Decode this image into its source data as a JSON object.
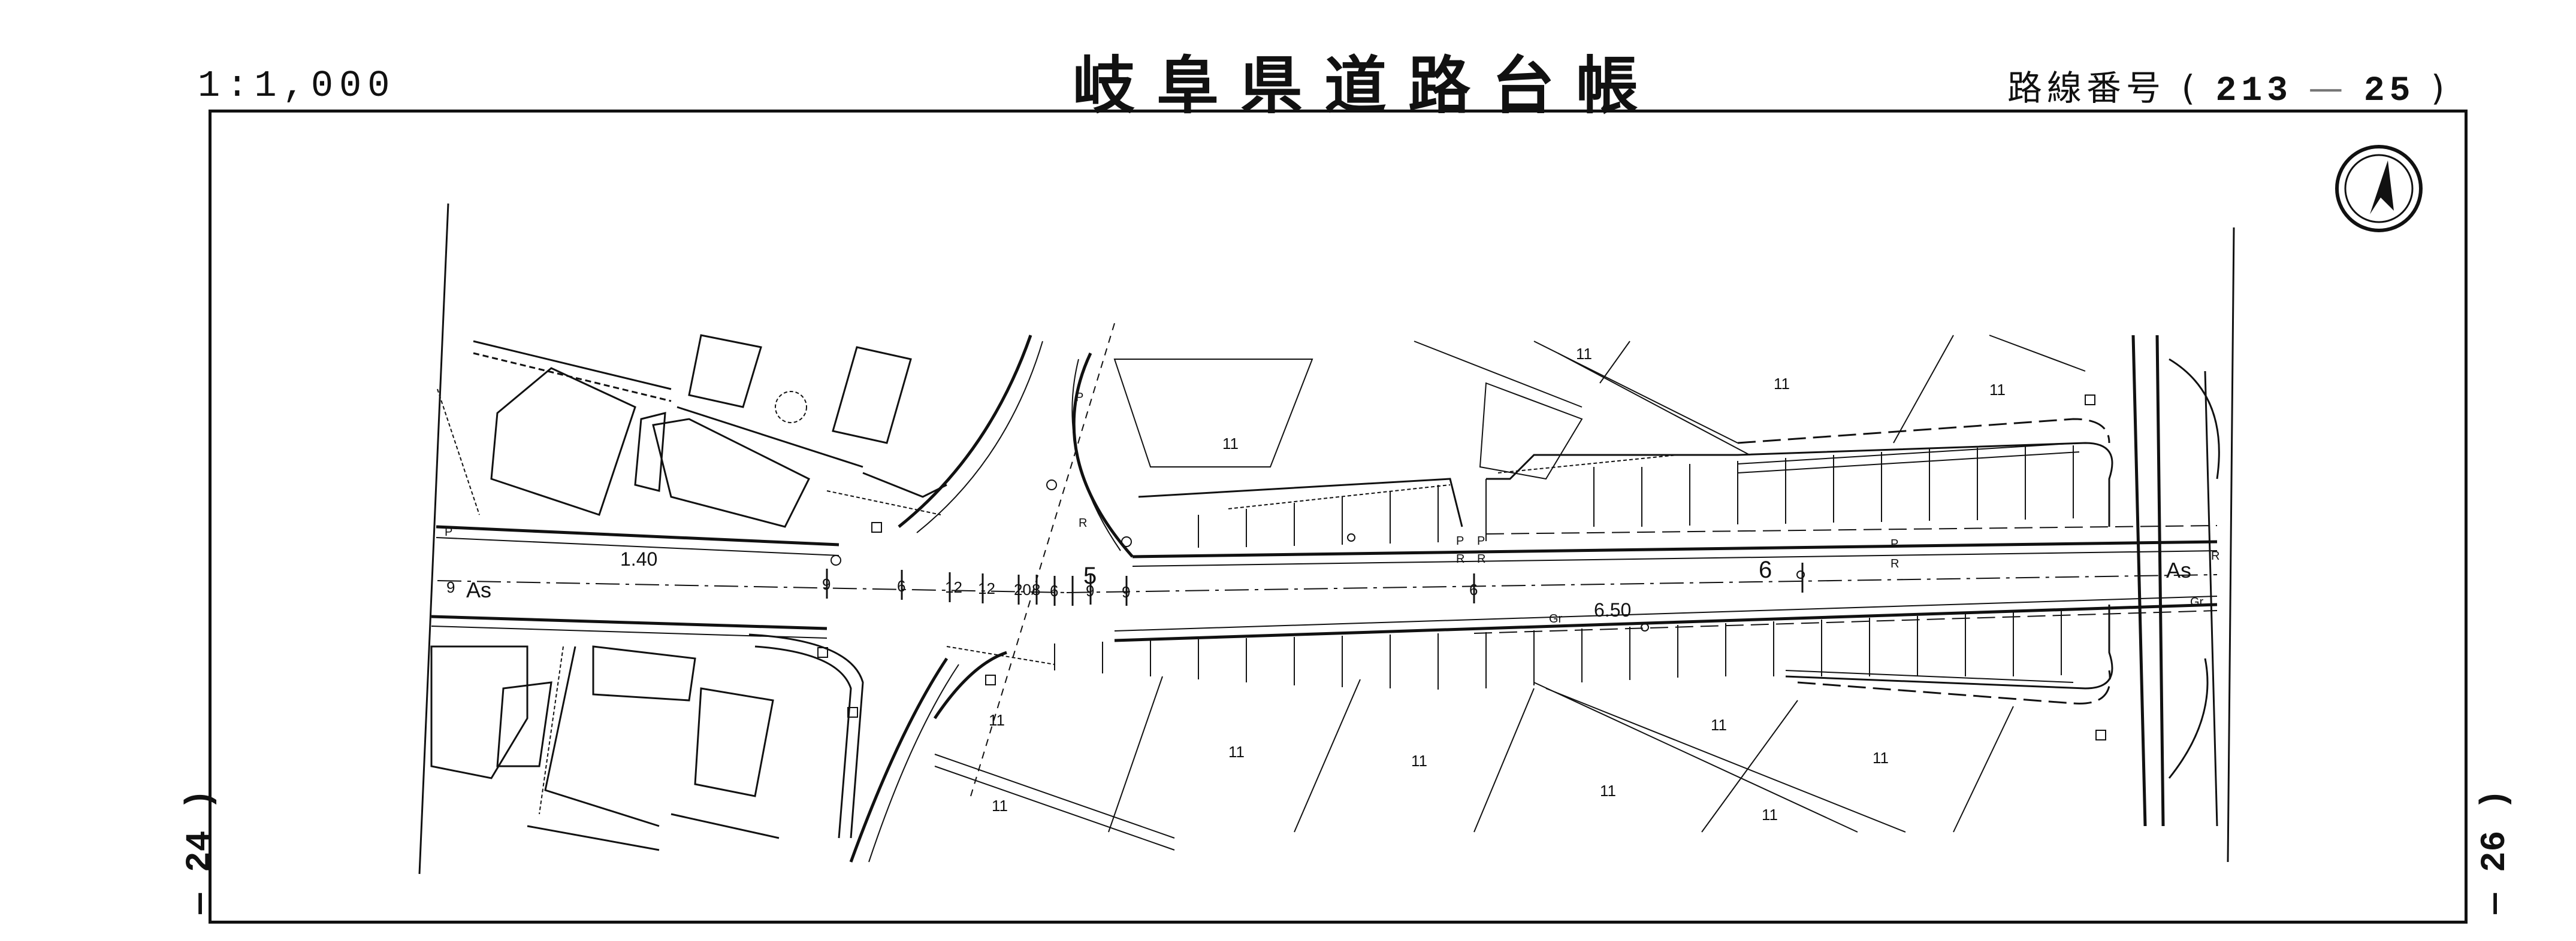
{
  "header": {
    "scale": "1:1,000",
    "title": "岐阜県道路台帳",
    "route_label": "路線番号",
    "route_number": "213",
    "route_dash": "—",
    "route_section": "25"
  },
  "sheet_refs": {
    "left": "— 24 )",
    "right": "— 26 )"
  },
  "map": {
    "labels": {
      "surface_left": "As",
      "surface_right": "As",
      "width_1": "1.40",
      "width_2": "6.50",
      "station_5": "5",
      "station_6": "6",
      "grade_mark": "Gr",
      "parcel_mark": "11"
    },
    "road_marks": [
      "9",
      "9",
      "6",
      "12",
      "12",
      "20",
      "8",
      "6",
      "9",
      "9",
      "6"
    ],
    "ditch_codes": [
      "P",
      "P",
      "R",
      "P",
      "R",
      "P",
      "R",
      "P",
      "R",
      "R"
    ]
  }
}
